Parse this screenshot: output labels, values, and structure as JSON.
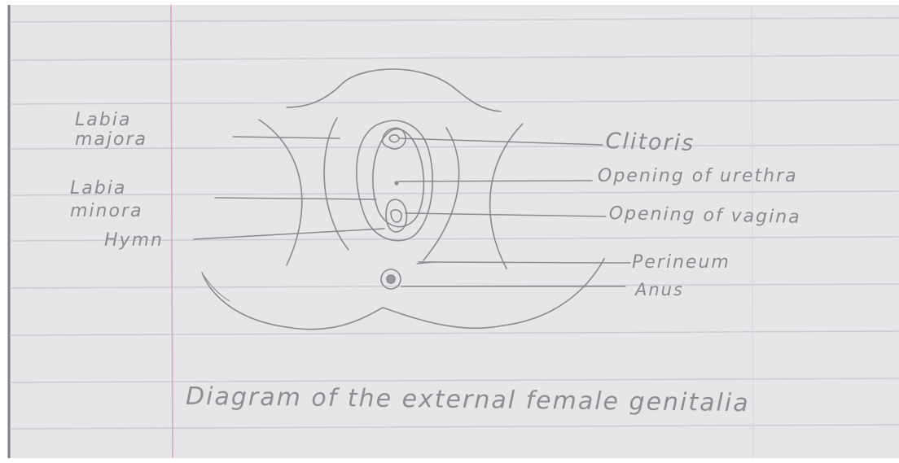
{
  "diagram": {
    "title": "Diagram of the external female genitalia",
    "left_labels": [
      "Labia majora",
      "Labia minora",
      "Hymn"
    ],
    "right_labels": [
      "Clitoris",
      "Opening of urethra",
      "Opening of vagina",
      "Perineum",
      "Anus"
    ]
  },
  "colors": {
    "paper": "#e6e6e9",
    "rule_line": "#c9cad0",
    "margin_line": "#d6a8c4",
    "pencil": "#8a8a8e"
  }
}
